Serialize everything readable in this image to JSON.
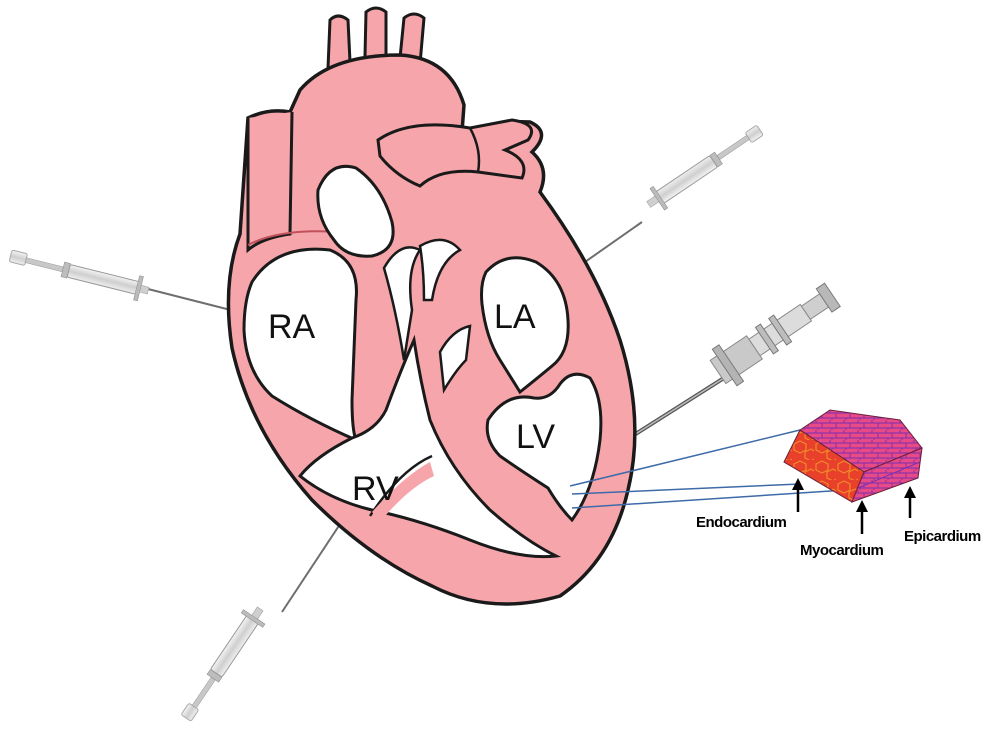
{
  "chambers": {
    "ra": "RA",
    "la": "LA",
    "lv": "LV",
    "rv": "RV"
  },
  "layers": {
    "endocardium": "Endocardium",
    "myocardium": "Myocardium",
    "epicardium": "Epicardium"
  },
  "colors": {
    "heart_fill": "#f6a6ab",
    "heart_outline": "#1a1a1a",
    "chamber_fill": "#ffffff",
    "tissue_red": "#e8402a",
    "tissue_pink": "#e8407e",
    "tissue_line": "#8b1c3e",
    "connector": "#3d6aa8",
    "syringe": "#d9d9d9",
    "needle": "#6e6e6e"
  }
}
